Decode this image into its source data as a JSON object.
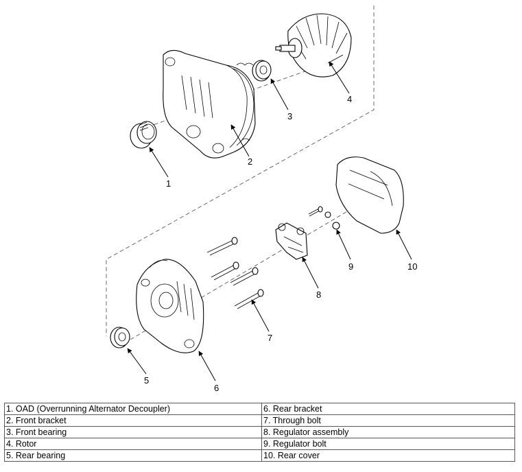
{
  "callouts": {
    "c1": "1",
    "c2": "2",
    "c3": "3",
    "c4": "4",
    "c5": "5",
    "c6": "6",
    "c7": "7",
    "c8": "8",
    "c9": "9",
    "c10": "10"
  },
  "legend": {
    "rows": [
      {
        "left": "1. OAD (Overrunning Alternator Decoupler)",
        "right": "6. Rear bracket"
      },
      {
        "left": "2. Front bracket",
        "right": "7. Through bolt"
      },
      {
        "left": "3. Front bearing",
        "right": "8. Regulator assembly"
      },
      {
        "left": "4. Rotor",
        "right": "9. Regulator bolt"
      },
      {
        "left": "5. Rear bearing",
        "right": "10. Rear cover"
      }
    ]
  }
}
